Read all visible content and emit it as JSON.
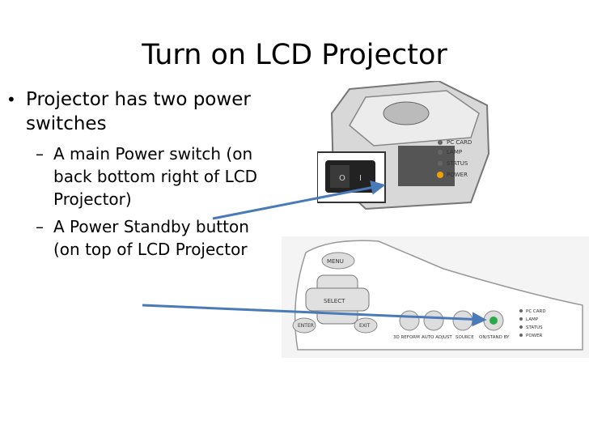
{
  "slide": {
    "title": "Turn on LCD Projector",
    "bullet": "Projector has two power switches",
    "sub_items": [
      "A main Power switch (on back bottom right of LCD Projector)",
      "A Power Standby button (on top of LCD Projector"
    ]
  },
  "projector_top": {
    "indicators": [
      "PC CARD",
      "LAMP",
      "STATUS",
      "POWER"
    ]
  },
  "control_panel": {
    "menu": "MENU",
    "select": "SELECT",
    "enter": "ENTER",
    "exit": "EXIT",
    "buttons": [
      "3D REFORM",
      "AUTO ADJUST",
      "SOURCE",
      "ON/STAND BY"
    ],
    "indicators": [
      "PC CARD",
      "LAMP",
      "STATUS",
      "POWER"
    ]
  },
  "colors": {
    "arrow": "#4a7ab8",
    "power_led": "#2aa84a"
  }
}
